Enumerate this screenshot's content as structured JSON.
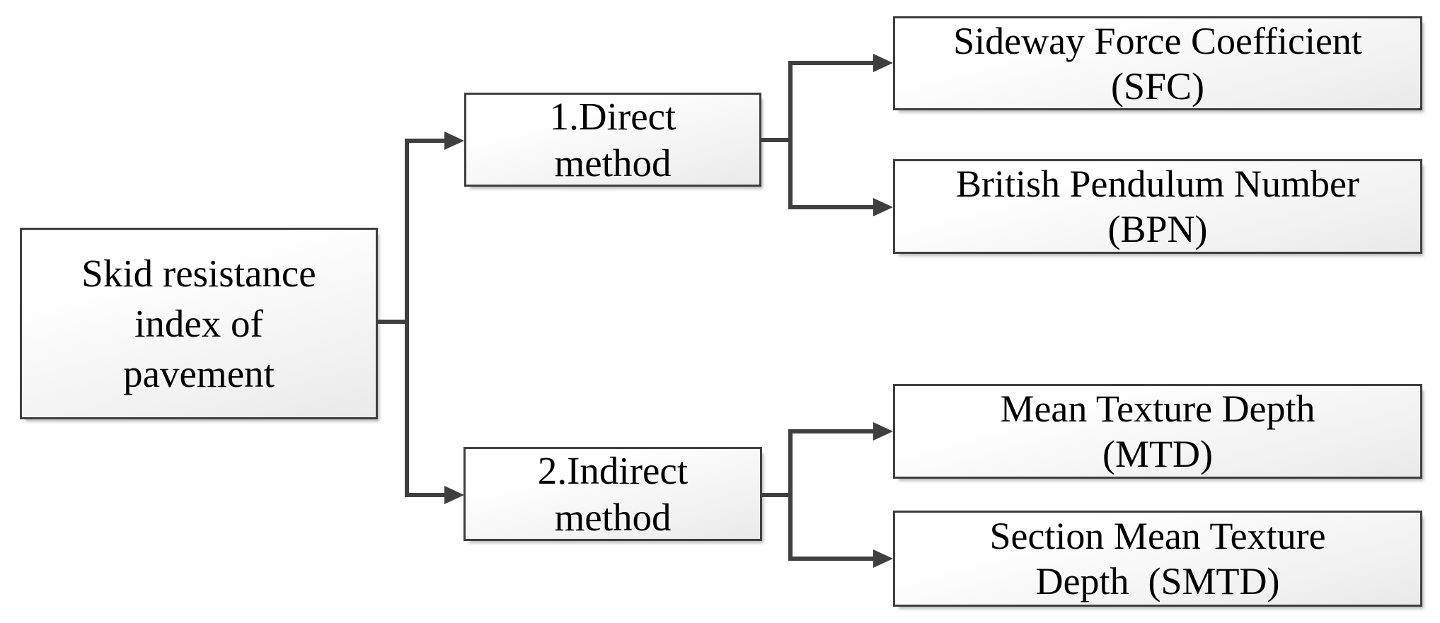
{
  "diagram": {
    "type": "flowchart",
    "colors": {
      "box_border": "#3f3f3f",
      "connector": "#3f3f3f",
      "box_fill_top": "#ffffff",
      "box_fill_bottom": "#eaeaea",
      "text": "#000000",
      "background": "#ffffff"
    },
    "nodes": {
      "root": {
        "text": "Skid resistance\nindex of\npavement"
      },
      "direct": {
        "text": "1.Direct\nmethod"
      },
      "indirect": {
        "text": "2.Indirect\nmethod"
      },
      "sfc": {
        "text": "Sideway Force Coefficient\n(SFC)"
      },
      "bpn": {
        "text": "British Pendulum Number\n(BPN)"
      },
      "mtd": {
        "text": "Mean Texture Depth\n(MTD)"
      },
      "smtd": {
        "text": "Section Mean Texture\nDepth  (SMTD)"
      }
    },
    "edges": [
      {
        "from": "root",
        "to": "direct"
      },
      {
        "from": "root",
        "to": "indirect"
      },
      {
        "from": "direct",
        "to": "sfc"
      },
      {
        "from": "direct",
        "to": "bpn"
      },
      {
        "from": "indirect",
        "to": "mtd"
      },
      {
        "from": "indirect",
        "to": "smtd"
      }
    ]
  }
}
